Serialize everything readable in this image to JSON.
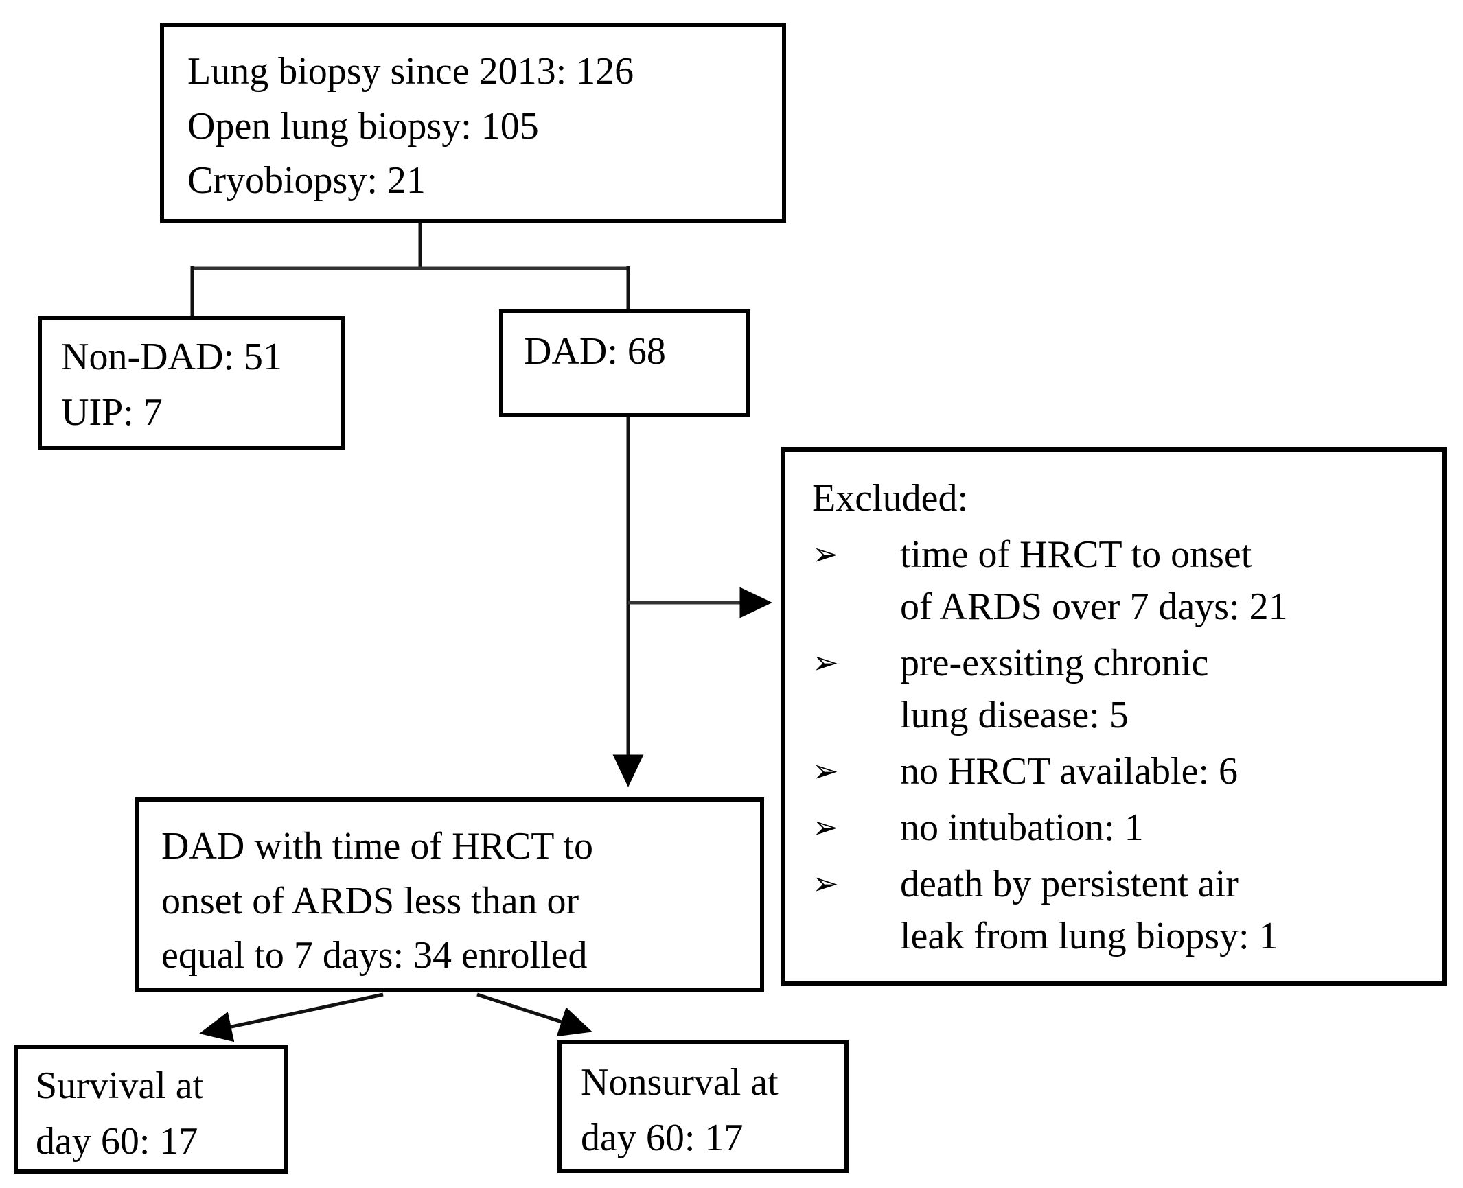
{
  "diagram": {
    "background_color": "#ffffff",
    "line_color": "#000000",
    "bullet_glyph": "➢",
    "boxes": {
      "biopsy": {
        "lines": [
          "Lung biopsy since 2013: 126",
          "Open lung biopsy: 105",
          "Cryobiopsy: 21"
        ]
      },
      "non_dad": {
        "lines": [
          "Non-DAD: 51",
          "UIP: 7"
        ]
      },
      "dad": {
        "lines": [
          "DAD: 68"
        ]
      },
      "excluded": {
        "title": "Excluded:",
        "items": [
          {
            "lines": [
              "time of HRCT to onset",
              "of ARDS over 7 days: 21"
            ]
          },
          {
            "lines": [
              "pre-exsiting chronic",
              "lung disease: 5"
            ]
          },
          {
            "lines": [
              "no HRCT available: 6"
            ]
          },
          {
            "lines": [
              "no intubation: 1"
            ]
          },
          {
            "lines": [
              "death by persistent air",
              "leak from lung biopsy: 1"
            ]
          }
        ]
      },
      "enrolled": {
        "lines": [
          "DAD with time of HRCT to",
          "onset of ARDS less than or",
          "equal to 7 days: 34 enrolled"
        ]
      },
      "survival": {
        "lines": [
          "Survival at",
          "day 60: 17"
        ]
      },
      "nonsurvival": {
        "lines": [
          "Nonsurval at",
          "day 60: 17"
        ]
      }
    }
  }
}
